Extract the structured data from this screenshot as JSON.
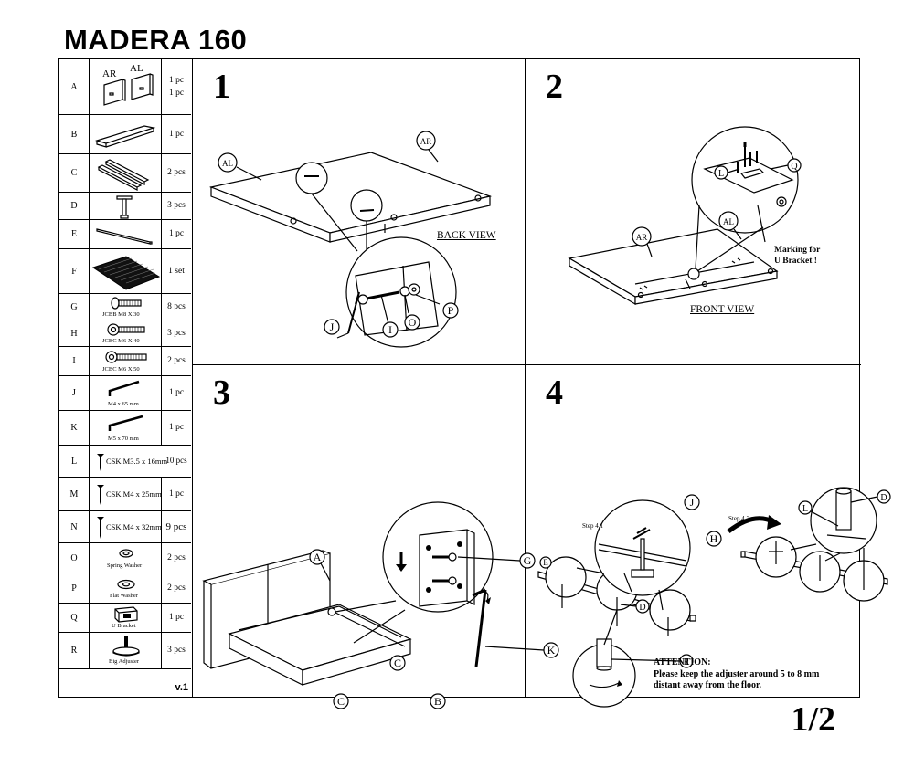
{
  "title": "MADERA 160",
  "page_number": "1/2",
  "version": "v.1",
  "parts": [
    {
      "letter": "A",
      "qty": [
        "1 pc",
        "1 pc"
      ],
      "labels": [
        "AR",
        "AL"
      ]
    },
    {
      "letter": "B",
      "qty": [
        "1 pc"
      ]
    },
    {
      "letter": "C",
      "qty": [
        "2 pcs"
      ]
    },
    {
      "letter": "D",
      "qty": [
        "3 pcs"
      ]
    },
    {
      "letter": "E",
      "qty": [
        "1 pc"
      ]
    },
    {
      "letter": "F",
      "qty": [
        "1 set"
      ]
    },
    {
      "letter": "G",
      "qty": [
        "8 pcs"
      ],
      "label": "JCBB M8 X 30"
    },
    {
      "letter": "H",
      "qty": [
        "3 pcs"
      ],
      "label": "JCBC M6 X 40"
    },
    {
      "letter": "I",
      "qty": [
        "2 pcs"
      ],
      "label": "JCBC M6 X 50"
    },
    {
      "letter": "J",
      "qty": [
        "1 pc"
      ],
      "label": "M4 x 65 mm"
    },
    {
      "letter": "K",
      "qty": [
        "1 pc"
      ],
      "label": "M5 x 70 mm"
    },
    {
      "letter": "L",
      "qty": [
        "10 pcs"
      ],
      "label": "CSK M3.5 x 16mm"
    },
    {
      "letter": "M",
      "qty": [
        "1 pc"
      ],
      "label": "CSK M4 x 25mm"
    },
    {
      "letter": "N",
      "qty": [
        "9 pcs"
      ],
      "label": "CSK M4 x 32mm"
    },
    {
      "letter": "O",
      "qty": [
        "2 pcs"
      ],
      "label": "Spring Washer"
    },
    {
      "letter": "P",
      "qty": [
        "2 pcs"
      ],
      "label": "Flat Washer"
    },
    {
      "letter": "Q",
      "qty": [
        "1 pc"
      ],
      "label": "U Bracket"
    },
    {
      "letter": "R",
      "qty": [
        "3 pcs"
      ],
      "label": "Big Adjuster"
    }
  ],
  "steps": {
    "s1": {
      "number": "1",
      "view": "BACK VIEW",
      "callouts": [
        "AL",
        "AR",
        "J",
        "I",
        "O",
        "P"
      ]
    },
    "s2": {
      "number": "2",
      "view": "FRONT VIEW",
      "callouts": [
        "AR",
        "AL",
        "L",
        "Q"
      ],
      "note_line1": "Marking for",
      "note_line2": "U Bracket !"
    },
    "s3": {
      "number": "3",
      "callouts": [
        "A",
        "C",
        "C",
        "B",
        "G",
        "K"
      ]
    },
    "s4": {
      "number": "4",
      "callouts": [
        "J",
        "H",
        "E",
        "D",
        "R",
        "L",
        "D"
      ],
      "step_a": "Step 4.1",
      "step_b": "Step 4.2",
      "attention_title": "ATTENTION:",
      "attention_line1": "Please keep the adjuster around 5 to 8 mm",
      "attention_line2": "distant away from the floor."
    }
  }
}
